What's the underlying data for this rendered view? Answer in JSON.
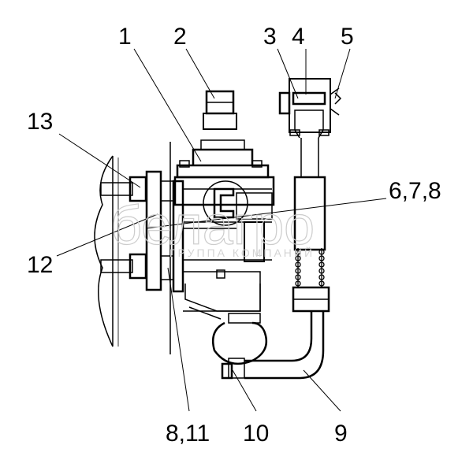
{
  "labels": {
    "l1": "1",
    "l2": "2",
    "l3": "3",
    "l4": "4",
    "l5": "5",
    "l13": "13",
    "l678": "6,7,8",
    "l12": "12",
    "l811": "8,11",
    "l10": "10",
    "l9": "9"
  },
  "watermark": {
    "brand": "белагро",
    "subtitle": "ГРУППА КОМПАНИЙ"
  }
}
